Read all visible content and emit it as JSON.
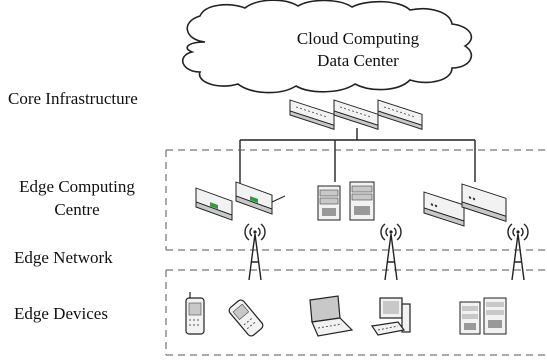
{
  "cloud": {
    "line1": "Cloud Computing",
    "line2": "Data Center"
  },
  "layers": {
    "core": "Core Infrastructure",
    "edge_computing_line1": "Edge Computing",
    "edge_computing_line2": "Centre",
    "edge_network": "Edge Network",
    "edge_devices": "Edge Devices"
  },
  "colors": {
    "stroke": "#222222",
    "device_fill": "#f2f2f2",
    "device_shade": "#c8c8c8",
    "led_green": "#2e9e3a",
    "dashed": "#555555"
  },
  "icons": {
    "core_switches": "network-switch-icon",
    "edge_routers": "router-icon",
    "edge_servers": "server-icon",
    "edge_gateways": "gateway-icon",
    "antenna": "antenna-tower-icon",
    "phone": "mobile-phone-icon",
    "flip_phone": "flip-phone-icon",
    "laptop": "laptop-icon",
    "workstation": "workstation-icon",
    "server": "server-icon"
  }
}
